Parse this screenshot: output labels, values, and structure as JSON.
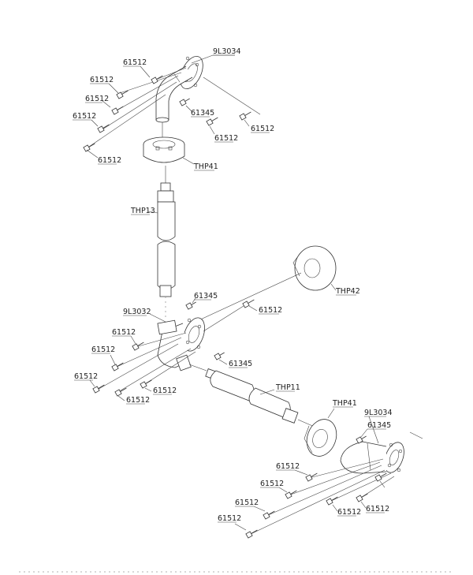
{
  "labels": {
    "top_bracket": "9L3034",
    "screw_a1": "61512",
    "screw_a2": "61512",
    "screw_a3": "61512",
    "screw_a4": "61512",
    "screw_a5": "61512",
    "screw_a6": "61512",
    "screw_a7": "61512",
    "bolt_a": "61345",
    "cover_a": "THP41",
    "tube_a": "THP13",
    "cap_ring": "THP42",
    "bolt_b": "61345",
    "mid_bracket": "9L3032",
    "screw_b1": "61512",
    "screw_b2": "61512",
    "screw_b3": "61512",
    "screw_b4": "61512",
    "screw_b5": "61512",
    "screw_b6": "61512",
    "bolt_c": "61345",
    "tube_b": "THP11",
    "cover_b": "THP41",
    "bottom_bracket": "9L3034",
    "bolt_d": "61345",
    "screw_c1": "61512",
    "screw_c2": "61512",
    "screw_c3": "61512",
    "screw_c4": "61512",
    "screw_c5": "61512",
    "screw_c6": "61512"
  }
}
